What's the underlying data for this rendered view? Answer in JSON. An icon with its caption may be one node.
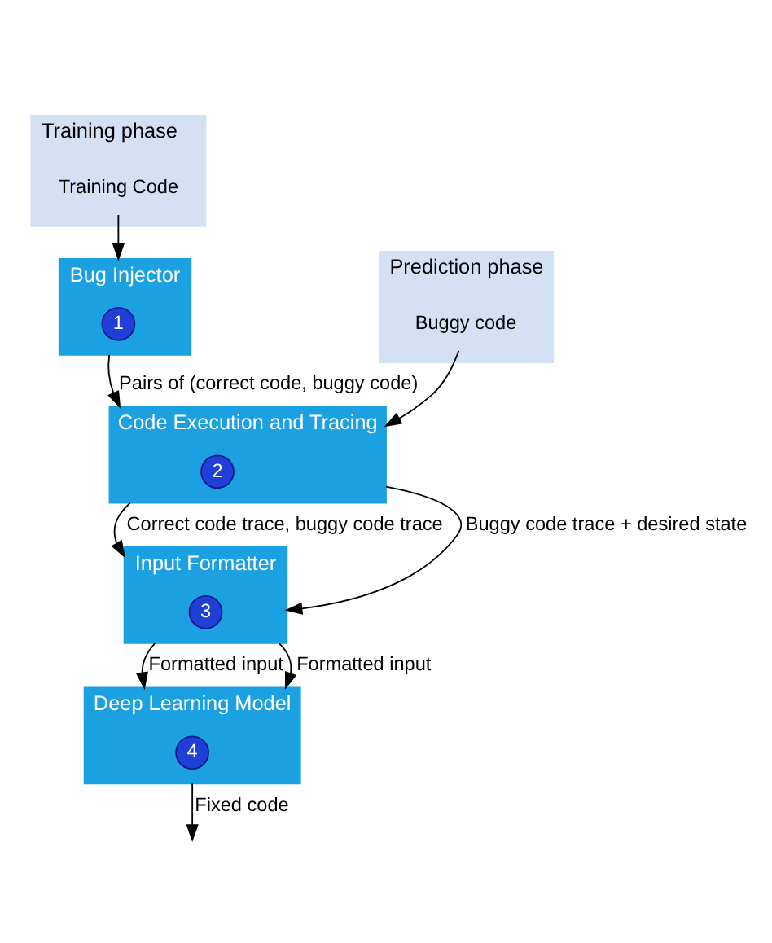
{
  "diagram": {
    "nodes": [
      {
        "text": [
          "Training phase"
        ]
      },
      {
        "text": [
          "Prediction phase"
        ]
      },
      {
        "text": [
          "Training Code"
        ],
        "in": 0
      },
      {
        "text": [
          "Buggy code"
        ],
        "in": 1
      },
      {
        "text": [
          "Bug Injector"
        ]
      },
      {
        "text": [
          "1"
        ],
        "in": 4
      },
      {
        "text": [
          "Code Execution and Tracing"
        ]
      },
      {
        "text": [
          "2"
        ],
        "in": 6
      },
      {
        "text": [
          "Input Formatter"
        ]
      },
      {
        "text": [
          "3"
        ],
        "in": 8
      },
      {
        "text": [
          "Deep Learning Model"
        ]
      },
      {
        "text": [
          "4"
        ],
        "in": 10
      }
    ],
    "edges": [
      {
        "from": 2,
        "to": 4,
        "arrow": "to"
      },
      {
        "from": 4,
        "to": 6,
        "arrow": "to",
        "label": "Pairs of (correct code, buggy code)"
      },
      {
        "from": 3,
        "to": 6,
        "arrow": "to"
      },
      {
        "from": 6,
        "to": 8,
        "arrow": "to",
        "label": "Correct code trace, buggy code trace"
      },
      {
        "from": 6,
        "to": 8,
        "arrow": "to",
        "label": "Buggy code trace + desired state"
      },
      {
        "from": 8,
        "to": 10,
        "arrow": "to",
        "label": "Formatted input"
      },
      {
        "from": 8,
        "to": 10,
        "arrow": "to",
        "label": "Formatted input"
      },
      {
        "from": 10,
        "to": null,
        "arrow": "to",
        "label": "Fixed code"
      }
    ]
  }
}
